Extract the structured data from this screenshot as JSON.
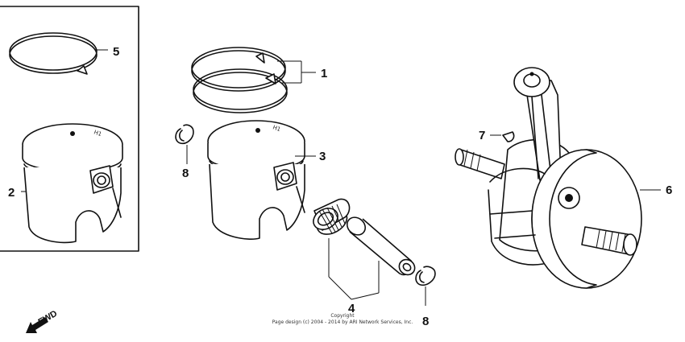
{
  "callouts": {
    "c1": "1",
    "c2": "2",
    "c3": "3",
    "c4": "4",
    "c5": "5",
    "c6": "6",
    "c7": "7",
    "c8a": "8",
    "c8b": "8"
  },
  "piston_stamp_a": "H1",
  "piston_stamp_b": "H1",
  "direction_label": "FWD",
  "copyright": {
    "line1": "Copyright",
    "line2": "Page design (c) 2004 - 2014 by ARI Network Services, Inc."
  }
}
